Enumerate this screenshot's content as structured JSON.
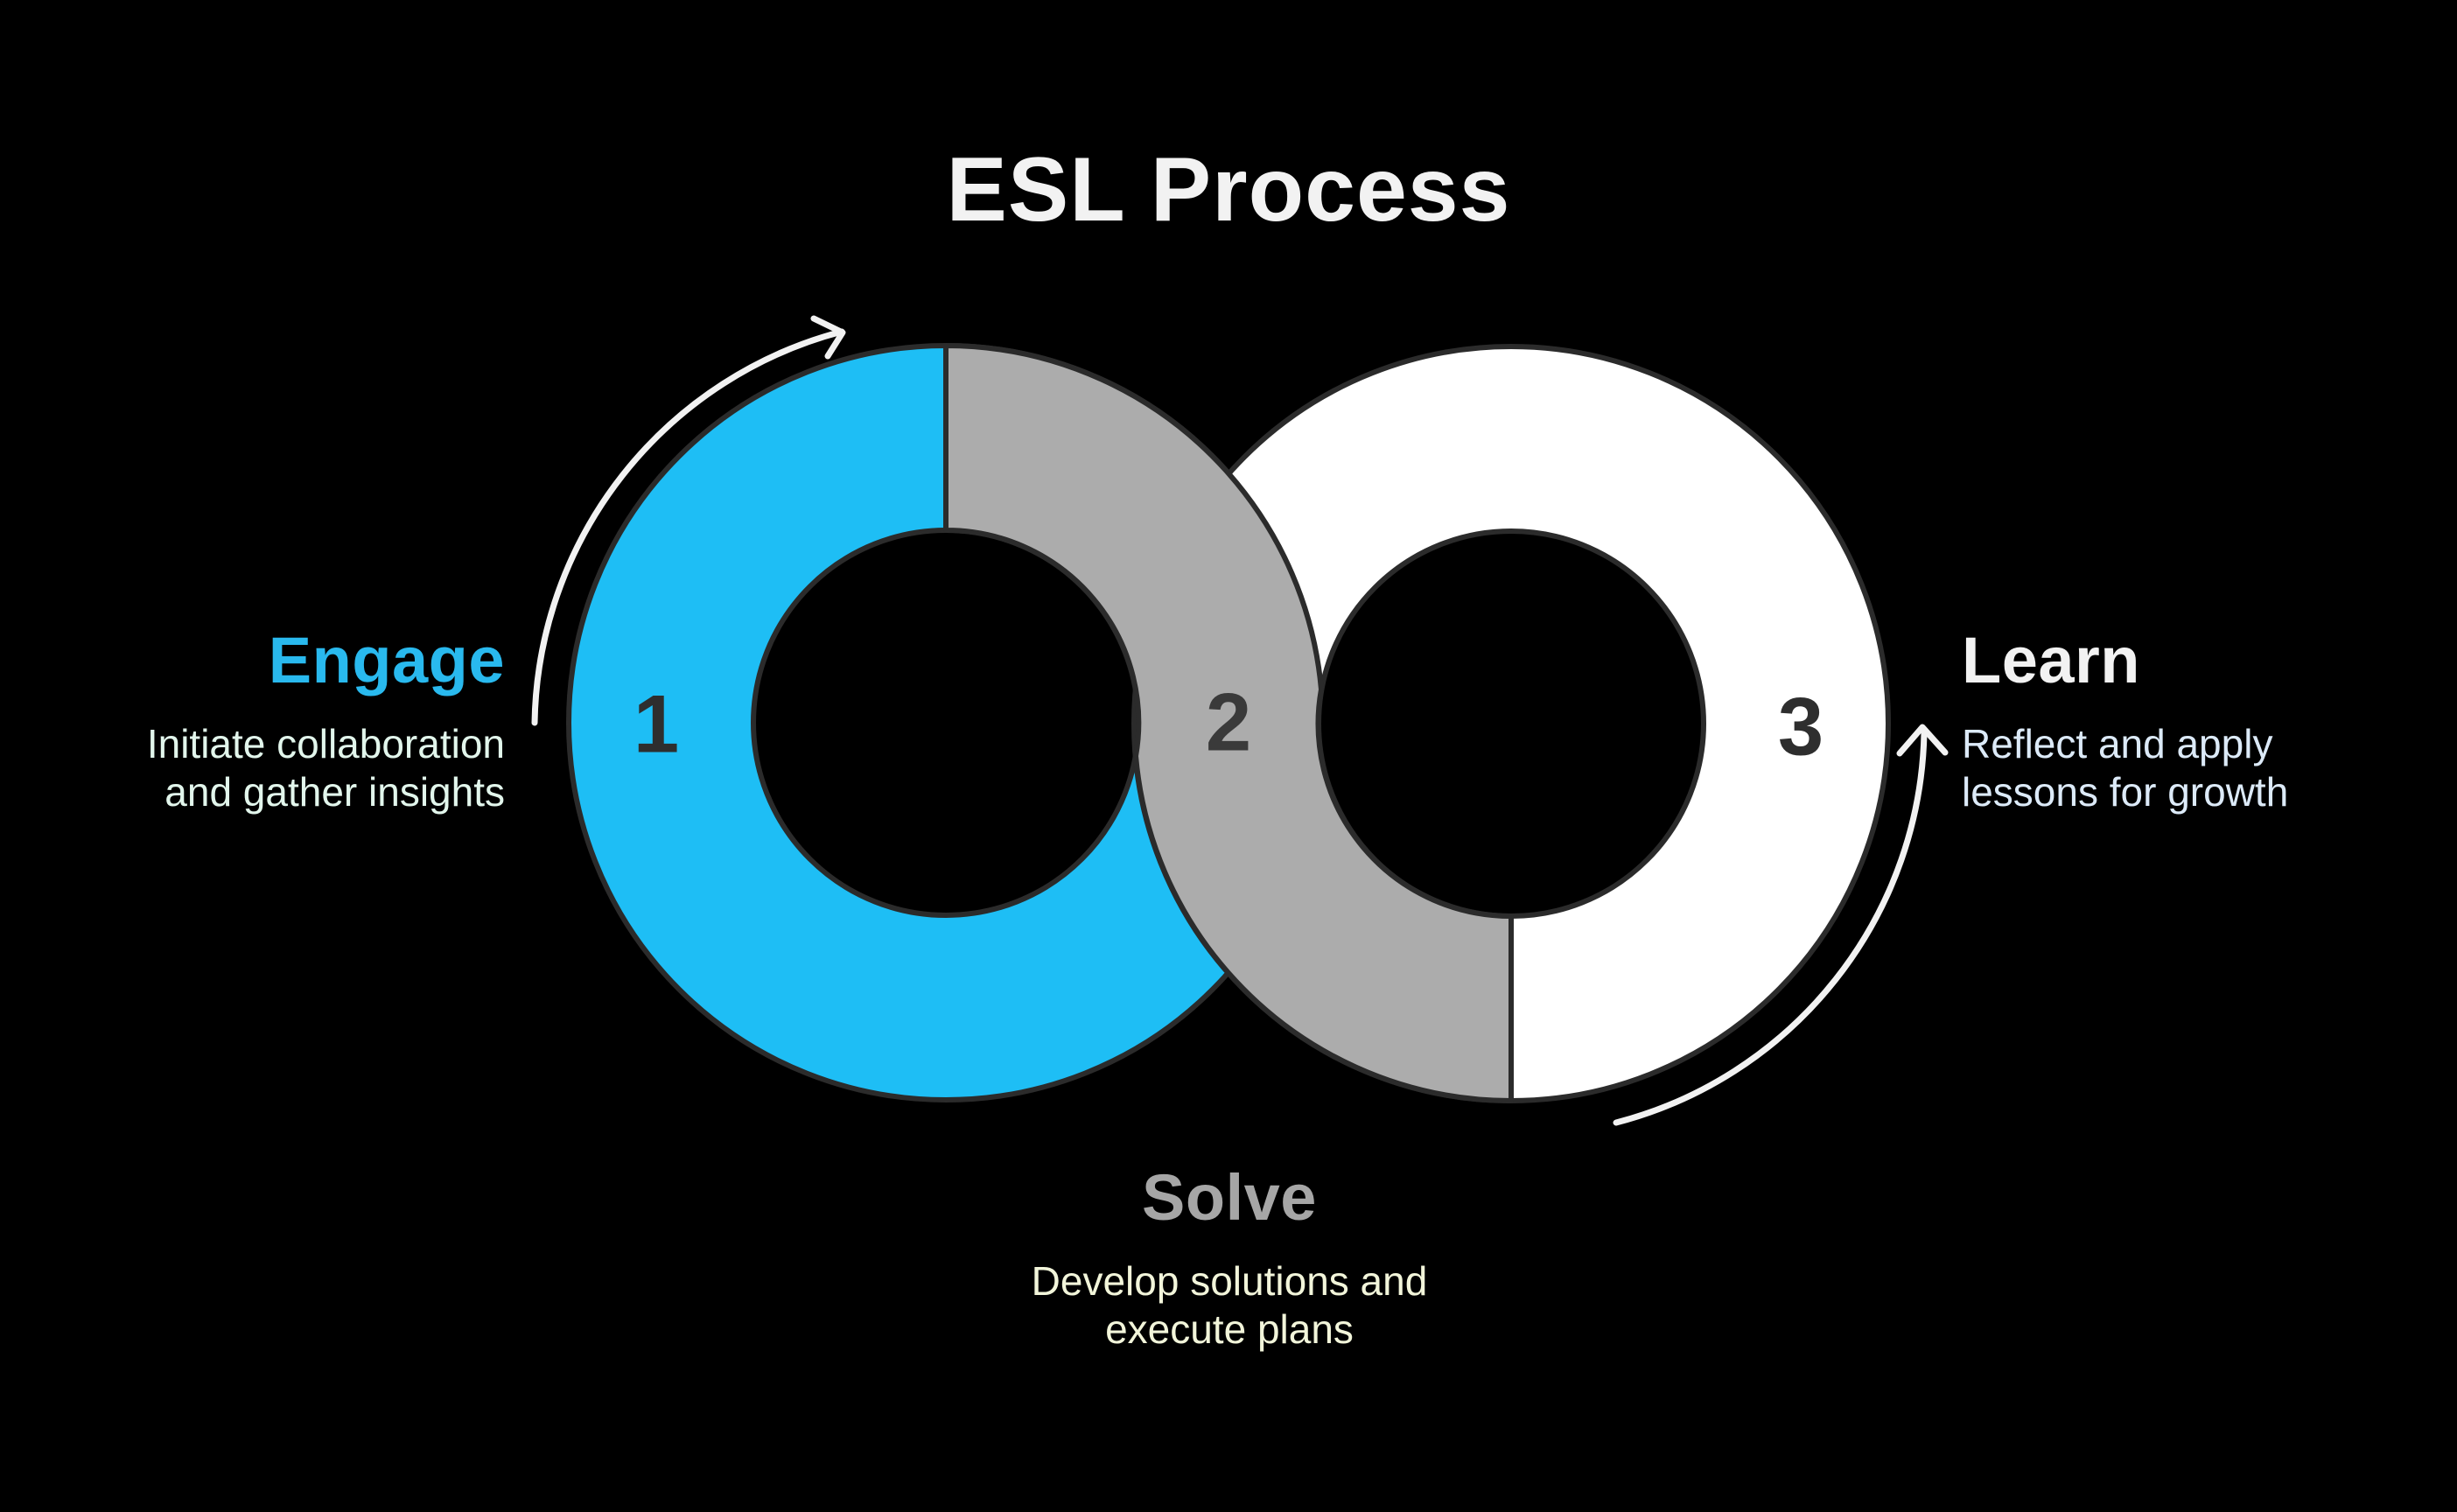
{
  "title": "ESL Process",
  "diagram": {
    "type": "infinity-loop-process",
    "steps": [
      {
        "number": "1",
        "label": "Engage",
        "description": "Initiate collaboration\nand gather insights",
        "ring_color_key": "blue"
      },
      {
        "number": "2",
        "label": "Solve",
        "description": "Develop solutions and\nexecute plans",
        "ring_color_key": "gray"
      },
      {
        "number": "3",
        "label": "Learn",
        "description": "Reflect and apply\nlessons for growth",
        "ring_color_key": "white"
      }
    ],
    "arrows": [
      {
        "name": "flow-arrow-top-left",
        "direction": "clockwise-up-over-left-ring"
      },
      {
        "name": "flow-arrow-bottom-right",
        "direction": "up-along-right-ring"
      }
    ]
  },
  "colors": {
    "background": "#000000",
    "blue": "#1EBEF5",
    "gray": "#ACACAC",
    "white": "#FFFFFF",
    "hole": "#000000",
    "outline": "#2B2B2B",
    "number": "#2E2E2E",
    "arrow": "#F2F2F2",
    "title_text": "#F2F2F2",
    "engage_heading": "#29B9EE",
    "engage_text": "#E2F6EC",
    "learn_heading": "#F2F2F2",
    "learn_text": "#DCEAF8",
    "solve_heading": "#A6A6A6",
    "solve_text": "#F2F5DA"
  }
}
